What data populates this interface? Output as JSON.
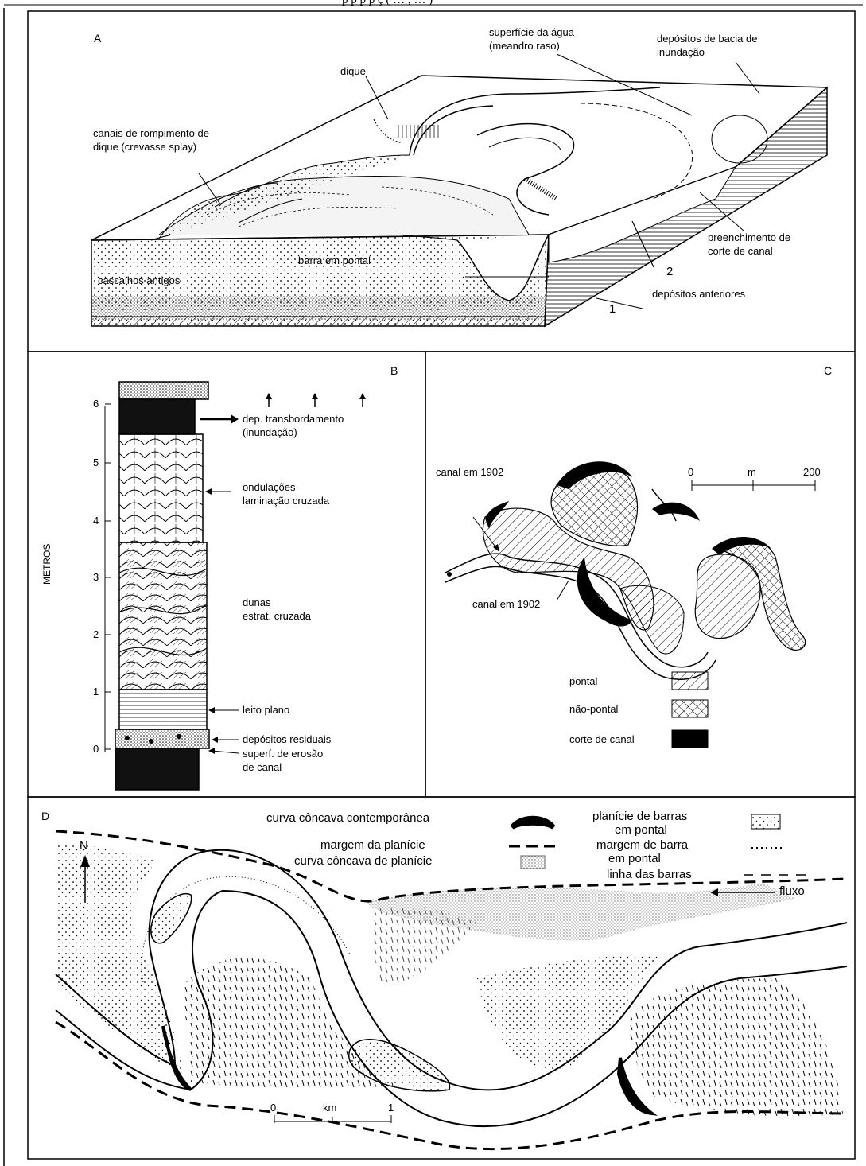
{
  "caption_fragment": "superfície da água (meandro raso)",
  "header_cut": "p   p   p   p   ç   ( … , … )",
  "panelA": {
    "letter": "A",
    "labels": {
      "superficie": [
        "superfície da água",
        "(meandro raso)"
      ],
      "bacia": [
        "depósitos de bacia de",
        "inundação"
      ],
      "dique": "dique",
      "crevasse": [
        "canais de rompimento de",
        "dique (crevasse splay)"
      ],
      "barra": "barra em pontal",
      "cascalhos": "cascalhos antigos",
      "preenchimento": [
        "preenchimento de",
        "corte de canal"
      ],
      "num2": "2",
      "num1": "1",
      "anteriores": "depósitos anteriores"
    }
  },
  "panelB": {
    "letter": "B",
    "axis_label": "METROS",
    "ticks": [
      "6",
      "5",
      "4",
      "3",
      "2",
      "1",
      "0"
    ],
    "labels": {
      "transbordamento": [
        "dep. transbordamento",
        "(inundação)"
      ],
      "ondulacoes": [
        "ondulações",
        "laminação  cruzada"
      ],
      "dunas": [
        "dunas",
        "estrat. cruzada"
      ],
      "leito": "leito plano",
      "residuais": "depósitos residuais",
      "erosao": [
        "superf. de erosão",
        "de canal"
      ]
    }
  },
  "panelC": {
    "letter": "C",
    "canal1": "canal em 1902",
    "canal2": "canal em 1902",
    "scale": {
      "zero": "0",
      "unit": "m",
      "max": "200"
    },
    "legend": [
      {
        "label": "pontal",
        "pattern": "hatch"
      },
      {
        "label": "não-pontal",
        "pattern": "crosshatch"
      },
      {
        "label": "corte de canal",
        "pattern": "solid"
      }
    ]
  },
  "panelD": {
    "letter": "D",
    "north": "N",
    "fluxo": "fluxo",
    "legend_left": [
      {
        "label": "curva côncava contemporânea",
        "symbol": "black-crescent"
      },
      {
        "label": "margem da planície",
        "symbol": "thick-dash"
      },
      {
        "label": "curva côncava de planície",
        "symbol": "stippled-box"
      }
    ],
    "legend_right": [
      {
        "label": [
          "planície de barras",
          "em pontal"
        ],
        "symbol": "dotted-box"
      },
      {
        "label": [
          "margem de barra",
          "em pontal"
        ],
        "symbol": "dots"
      },
      {
        "label": "linha das barras",
        "symbol": "dashes"
      }
    ],
    "scale": {
      "zero": "0",
      "unit": "km",
      "max": "1"
    }
  }
}
